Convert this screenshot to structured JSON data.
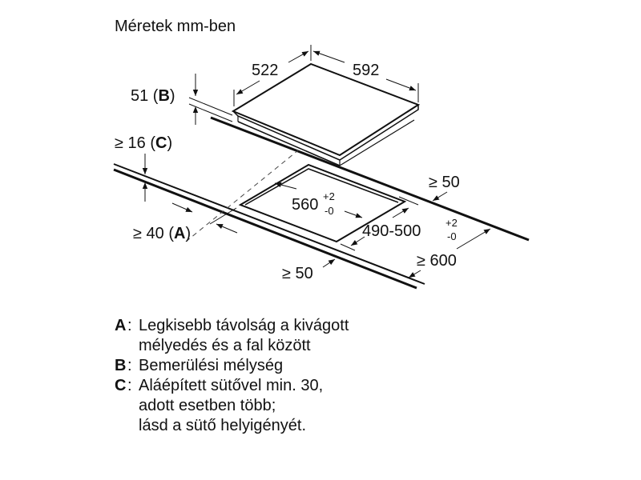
{
  "title": "Méretek mm-ben",
  "dimensions": {
    "hob_depth": "522",
    "hob_width": "592",
    "install_depth": "51 (",
    "install_depth_key": "B",
    "install_depth_close": ")",
    "oven_gap": "≥ 16 (",
    "oven_gap_key": "C",
    "oven_gap_close": ")",
    "wall_distance": "≥ 40 (",
    "wall_distance_key": "A",
    "wall_distance_close": ")",
    "cutout_width": "560",
    "cutout_width_tol_plus": "+2",
    "cutout_width_tol_minus": "-0",
    "cutout_depth": "490-500",
    "cutout_depth_tol_plus": "+2",
    "cutout_depth_tol_minus": "-0",
    "side_clearance_right": "≥ 50",
    "front_clearance": "≥ 50",
    "worktop_depth": "≥ 600"
  },
  "legend": [
    {
      "key": "A",
      "text": "Legkisebb távolság a kivágott\nmélyedés és a fal között"
    },
    {
      "key": "B",
      "text": "Bemerülési mélység"
    },
    {
      "key": "C",
      "text": "Aláépített sütővel min. 30,\nadott esetben több;\nlásd a sütő helyigényét."
    }
  ]
}
